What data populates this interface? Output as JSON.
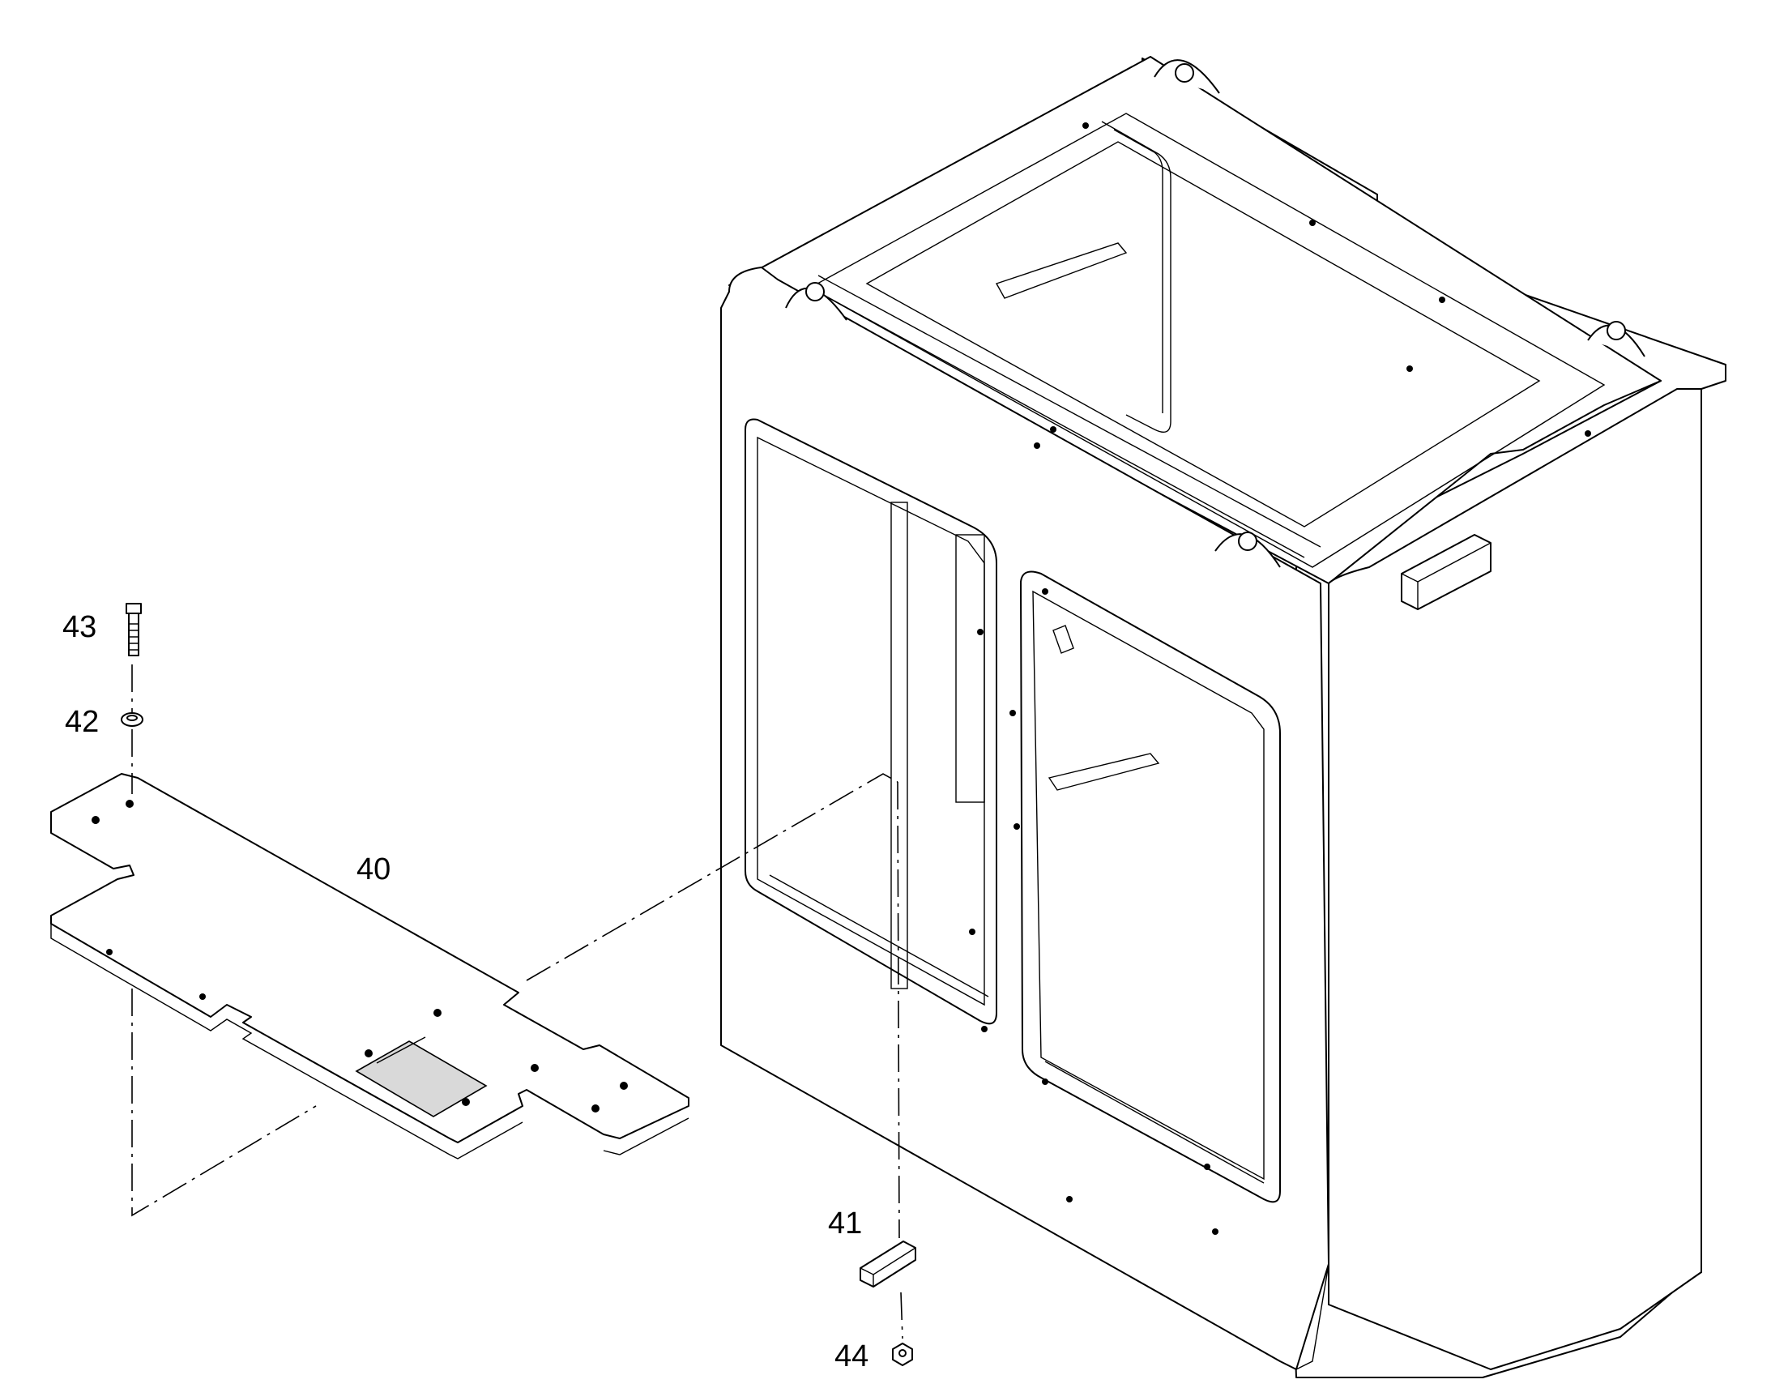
{
  "diagram": {
    "callouts": [
      {
        "id": "c40",
        "label": "40"
      },
      {
        "id": "c41",
        "label": "41"
      },
      {
        "id": "c42",
        "label": "42"
      },
      {
        "id": "c43",
        "label": "43"
      },
      {
        "id": "c44",
        "label": "44"
      }
    ]
  }
}
